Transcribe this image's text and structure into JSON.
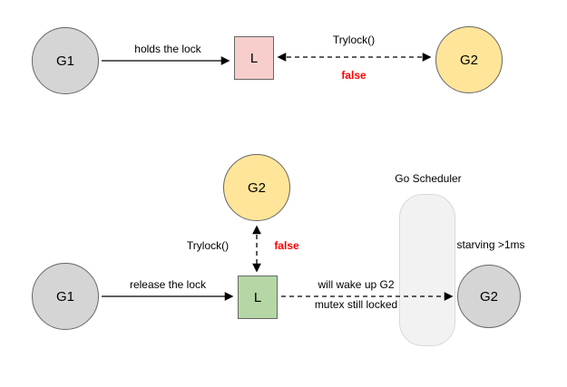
{
  "colors": {
    "g1_fill": "#d5d5d5",
    "g2_waiting_fill": "#ffe599",
    "g2_starving_fill": "#d5d5d5",
    "lock_held_fill": "#f8cecc",
    "lock_free_fill": "#b5d7a5",
    "scheduler_fill": "#f2f2f2",
    "false_color": "#ff0000"
  },
  "top": {
    "g1_label": "G1",
    "g2_label": "G2",
    "lock_label": "L",
    "edge_holds_label": "holds the lock",
    "edge_trylock_label": "Trylock()",
    "edge_false_label": "false"
  },
  "bottom": {
    "g1_label": "G1",
    "g2_waiting_label": "G2",
    "g2_starving_label": "G2",
    "lock_label": "L",
    "edge_release_label": "release the lock",
    "edge_trylock_label": "Trylock()",
    "edge_false_label": "false",
    "edge_wake_line1": "will wake up G2",
    "edge_wake_line2": "mutex still locked",
    "scheduler_label": "Go Scheduler",
    "starving_label": "starving >1ms"
  }
}
